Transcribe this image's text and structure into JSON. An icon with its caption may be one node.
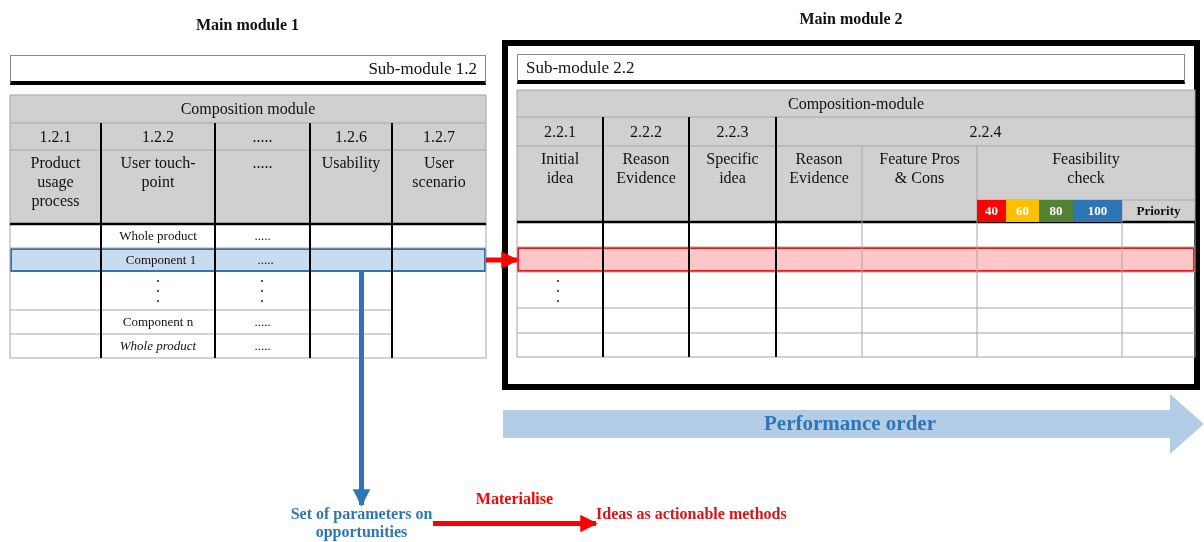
{
  "diagram": {
    "nodes": [
      {
        "text": [
          "Main module 2"
        ]
      },
      {
        "text": [
          "Sub-module 1.2"
        ]
      },
      {
        "text": [
          "Sub-module 2.2"
        ],
        "in": 0
      },
      {
        "text": [
          "Component 1",
          "....."
        ]
      },
      {
        "text": [],
        "shape": "bar",
        "in": 0
      },
      {
        "text": [
          "Set of parameters on opportunities"
        ]
      },
      {
        "text": [
          "Ideas as actionable methods"
        ]
      }
    ],
    "edges": [
      {
        "from": 3,
        "to": 4,
        "arrow": "to",
        "color": "#ff0000"
      },
      {
        "from": 3,
        "to": 5,
        "arrow": "to",
        "color": "#2e75b6"
      },
      {
        "from": 5,
        "to": 6,
        "arrow": "to",
        "label": "Materialise",
        "color": "#ff0000"
      }
    ],
    "labels": [
      "Main module 1",
      "Composition module",
      "1.2.1",
      "1.2.2",
      ".....",
      "1.2.6",
      "1.2.7",
      "Product usage process",
      "User touch-point",
      ".....",
      "Usability",
      "User scenario",
      "Whole product",
      ".....",
      "Component n",
      ".....",
      "Whole product",
      ".....",
      "Composition-module",
      "2.2.1",
      "2.2.2",
      "2.2.3",
      "2.2.4",
      "Initial idea",
      "Reason Evidence",
      "Specific idea",
      "Reason Evidence",
      "Feature Pros & Cons",
      "Feasibility check",
      "40",
      "60",
      "80",
      "100",
      "Priority",
      "Performance order"
    ]
  }
}
